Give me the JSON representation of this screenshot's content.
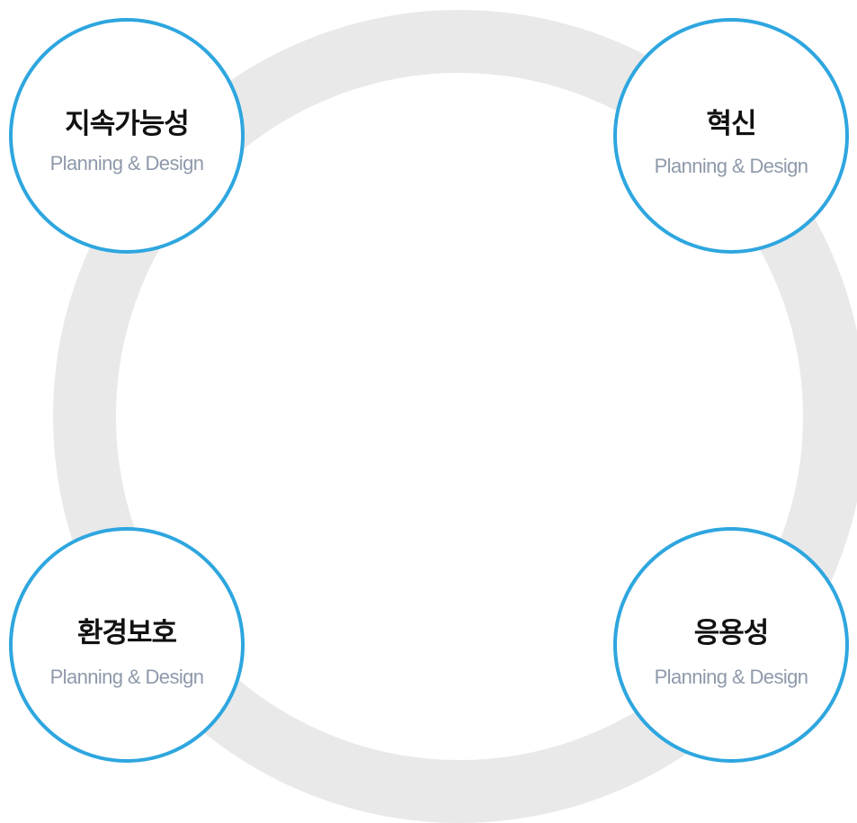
{
  "colors": {
    "ring": "#e9e9e9",
    "node_border": "#2ea6df",
    "title_text": "#111111",
    "subtitle_text": "#8e99aa",
    "background": "#ffffff"
  },
  "nodes": [
    {
      "title": "지속가능성",
      "subtitle": "Planning & Design"
    },
    {
      "title": "혁신",
      "subtitle": "Planning & Design"
    },
    {
      "title": "환경보호",
      "subtitle": "Planning & Design"
    },
    {
      "title": "응용성",
      "subtitle": "Planning & Design"
    }
  ]
}
